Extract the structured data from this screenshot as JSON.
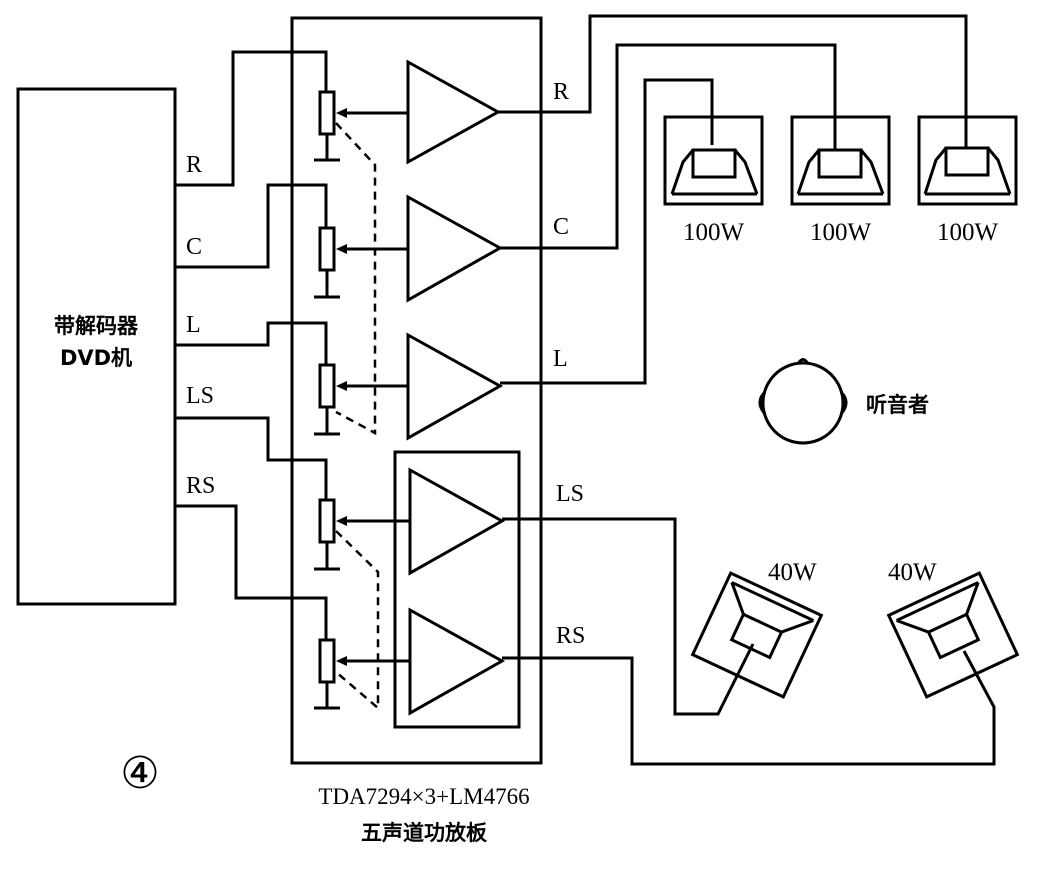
{
  "source": {
    "line1": "带解码器",
    "line2": "DVD机"
  },
  "channels_out": [
    "R",
    "C",
    "L",
    "LS",
    "RS"
  ],
  "amp_outputs": [
    "R",
    "C",
    "L",
    "LS",
    "RS"
  ],
  "front_speakers": [
    "100W",
    "100W",
    "100W"
  ],
  "surround_speakers": [
    "40W",
    "40W"
  ],
  "listener_label": "听音者",
  "figure_number": "④",
  "board_caption": {
    "line1": "TDA7294×3+LM4766",
    "line2": "五声道功放板"
  }
}
